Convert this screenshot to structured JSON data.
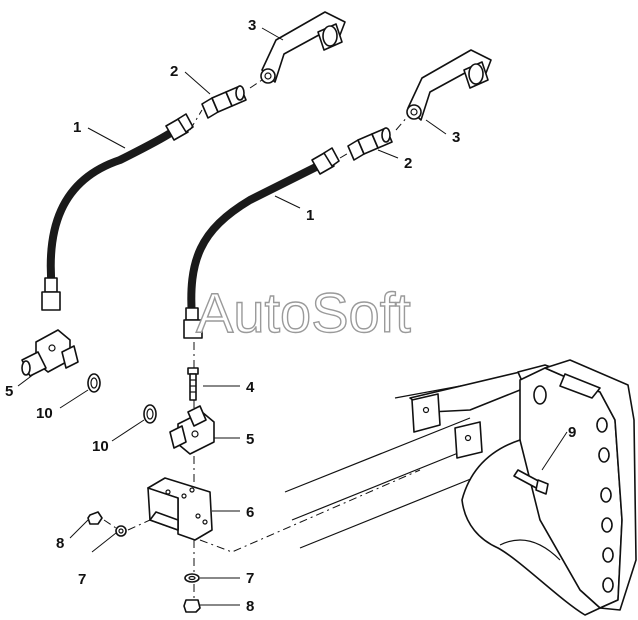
{
  "watermark": "AutoSoft",
  "callouts": {
    "hose_top": "1",
    "hose_mid": "1",
    "adapter_top": "2",
    "adapter_mid": "2",
    "bracket_top": "3",
    "bracket_mid": "3",
    "bolt": "4",
    "tee_left": "5",
    "tee_right": "5",
    "mount_bracket": "6",
    "washer_left": "7",
    "washer_bottom": "7",
    "nut_left": "8",
    "nut_bottom": "8",
    "frame_bolt": "9",
    "seal_left": "10",
    "seal_right": "10"
  },
  "colors": {
    "ink": "#111111",
    "hose": "#1a1a1a",
    "paper": "#ffffff"
  }
}
